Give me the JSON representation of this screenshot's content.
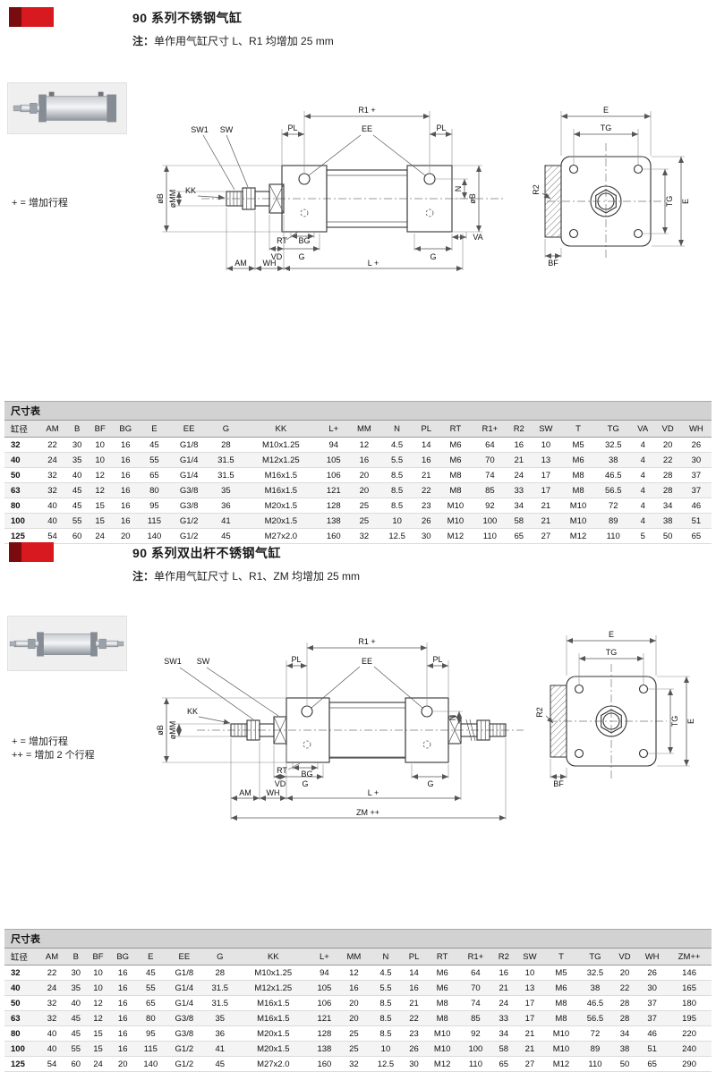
{
  "section1": {
    "title": "90 系列不锈钢气缸",
    "note_label": "注：",
    "note_text": "单作用气缸尺寸 L、R1 均增加 25 mm",
    "legend_plus": "+ = 增加行程",
    "labels": {
      "sw1": "SW1",
      "sw": "SW",
      "pl_left": "PL",
      "ee": "EE",
      "pl_right": "PL",
      "r1": "R1 +",
      "ob_left": "øB",
      "omm": "øMM",
      "kk": "KK",
      "n": "N",
      "ob_right": "øB",
      "rt": "RT",
      "bg": "BG",
      "vd": "VD",
      "g_left": "G",
      "g_right": "G",
      "va": "VA",
      "am": "AM",
      "wh": "WH",
      "l": "L +",
      "e_top": "E",
      "tg_top": "TG",
      "r2": "R2",
      "tg_right": "TG",
      "e_right": "E",
      "bf": "BF"
    }
  },
  "table1": {
    "title": "尺寸表",
    "columns": [
      "缸径",
      "AM",
      "B",
      "BF",
      "BG",
      "E",
      "EE",
      "G",
      "KK",
      "L+",
      "MM",
      "N",
      "PL",
      "RT",
      "R1+",
      "R2",
      "SW",
      "T",
      "TG",
      "VA",
      "VD",
      "WH"
    ],
    "rows": [
      [
        "32",
        "22",
        "30",
        "10",
        "16",
        "45",
        "G1/8",
        "28",
        "M10x1.25",
        "94",
        "12",
        "4.5",
        "14",
        "M6",
        "64",
        "16",
        "10",
        "M5",
        "32.5",
        "4",
        "20",
        "26"
      ],
      [
        "40",
        "24",
        "35",
        "10",
        "16",
        "55",
        "G1/4",
        "31.5",
        "M12x1.25",
        "105",
        "16",
        "5.5",
        "16",
        "M6",
        "70",
        "21",
        "13",
        "M6",
        "38",
        "4",
        "22",
        "30"
      ],
      [
        "50",
        "32",
        "40",
        "12",
        "16",
        "65",
        "G1/4",
        "31.5",
        "M16x1.5",
        "106",
        "20",
        "8.5",
        "21",
        "M8",
        "74",
        "24",
        "17",
        "M8",
        "46.5",
        "4",
        "28",
        "37"
      ],
      [
        "63",
        "32",
        "45",
        "12",
        "16",
        "80",
        "G3/8",
        "35",
        "M16x1.5",
        "121",
        "20",
        "8.5",
        "22",
        "M8",
        "85",
        "33",
        "17",
        "M8",
        "56.5",
        "4",
        "28",
        "37"
      ],
      [
        "80",
        "40",
        "45",
        "15",
        "16",
        "95",
        "G3/8",
        "36",
        "M20x1.5",
        "128",
        "25",
        "8.5",
        "23",
        "M10",
        "92",
        "34",
        "21",
        "M10",
        "72",
        "4",
        "34",
        "46"
      ],
      [
        "100",
        "40",
        "55",
        "15",
        "16",
        "115",
        "G1/2",
        "41",
        "M20x1.5",
        "138",
        "25",
        "10",
        "26",
        "M10",
        "100",
        "58",
        "21",
        "M10",
        "89",
        "4",
        "38",
        "51"
      ],
      [
        "125",
        "54",
        "60",
        "24",
        "20",
        "140",
        "G1/2",
        "45",
        "M27x2.0",
        "160",
        "32",
        "12.5",
        "30",
        "M12",
        "110",
        "65",
        "27",
        "M12",
        "110",
        "5",
        "50",
        "65"
      ]
    ]
  },
  "section2": {
    "title": "90 系列双出杆不锈钢气缸",
    "note_label": "注：",
    "note_text": "单作用气缸尺寸 L、R1、ZM 均增加 25 mm",
    "legend_plus": "+ = 增加行程",
    "legend_plusplus": "++ = 增加 2 个行程",
    "labels": {
      "sw1": "SW1",
      "sw": "SW",
      "pl_left": "PL",
      "ee": "EE",
      "pl_right": "PL",
      "r1": "R1 +",
      "ob_left": "øB",
      "omm": "øMM",
      "kk": "KK",
      "n": "N",
      "rt": "RT",
      "bg": "BG",
      "vd": "VD",
      "g_left": "G",
      "g_right": "G",
      "am": "AM",
      "wh": "WH",
      "l": "L +",
      "zm": "ZM ++",
      "e_top": "E",
      "tg_top": "TG",
      "r2": "R2",
      "tg_right": "TG",
      "e_right": "E",
      "bf": "BF"
    }
  },
  "table2": {
    "title": "尺寸表",
    "columns": [
      "缸径",
      "AM",
      "B",
      "BF",
      "BG",
      "E",
      "EE",
      "G",
      "KK",
      "L+",
      "MM",
      "N",
      "PL",
      "RT",
      "R1+",
      "R2",
      "SW",
      "T",
      "TG",
      "VD",
      "WH",
      "ZM++"
    ],
    "rows": [
      [
        "32",
        "22",
        "30",
        "10",
        "16",
        "45",
        "G1/8",
        "28",
        "M10x1.25",
        "94",
        "12",
        "4.5",
        "14",
        "M6",
        "64",
        "16",
        "10",
        "M5",
        "32.5",
        "20",
        "26",
        "146"
      ],
      [
        "40",
        "24",
        "35",
        "10",
        "16",
        "55",
        "G1/4",
        "31.5",
        "M12x1.25",
        "105",
        "16",
        "5.5",
        "16",
        "M6",
        "70",
        "21",
        "13",
        "M6",
        "38",
        "22",
        "30",
        "165"
      ],
      [
        "50",
        "32",
        "40",
        "12",
        "16",
        "65",
        "G1/4",
        "31.5",
        "M16x1.5",
        "106",
        "20",
        "8.5",
        "21",
        "M8",
        "74",
        "24",
        "17",
        "M8",
        "46.5",
        "28",
        "37",
        "180"
      ],
      [
        "63",
        "32",
        "45",
        "12",
        "16",
        "80",
        "G3/8",
        "35",
        "M16x1.5",
        "121",
        "20",
        "8.5",
        "22",
        "M8",
        "85",
        "33",
        "17",
        "M8",
        "56.5",
        "28",
        "37",
        "195"
      ],
      [
        "80",
        "40",
        "45",
        "15",
        "16",
        "95",
        "G3/8",
        "36",
        "M20x1.5",
        "128",
        "25",
        "8.5",
        "23",
        "M10",
        "92",
        "34",
        "21",
        "M10",
        "72",
        "34",
        "46",
        "220"
      ],
      [
        "100",
        "40",
        "55",
        "15",
        "16",
        "115",
        "G1/2",
        "41",
        "M20x1.5",
        "138",
        "25",
        "10",
        "26",
        "M10",
        "100",
        "58",
        "21",
        "M10",
        "89",
        "38",
        "51",
        "240"
      ],
      [
        "125",
        "54",
        "60",
        "24",
        "20",
        "140",
        "G1/2",
        "45",
        "M27x2.0",
        "160",
        "32",
        "12.5",
        "30",
        "M12",
        "110",
        "65",
        "27",
        "M12",
        "110",
        "50",
        "65",
        "290"
      ]
    ]
  }
}
